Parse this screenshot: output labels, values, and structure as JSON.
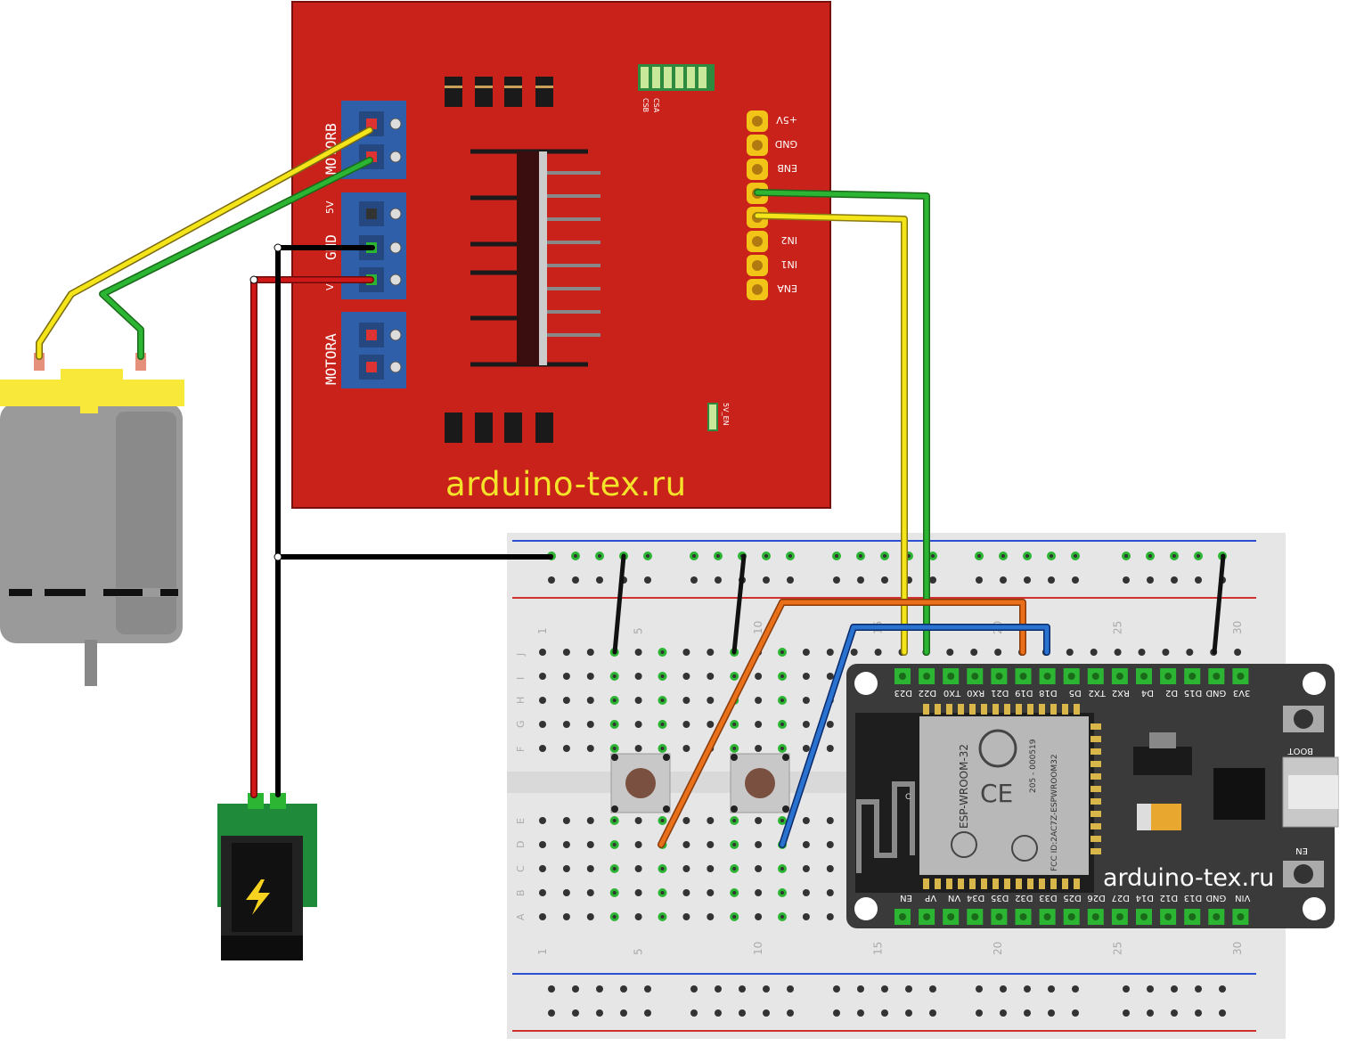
{
  "watermark": "arduino-tex.ru",
  "driver": {
    "terminal_labels": {
      "motorb": "MOTORB",
      "motora": "MOTORA",
      "five_v": "5V",
      "gnd": "GND",
      "vs": "VS"
    },
    "header_pins": [
      "+5V",
      "GND",
      "ENB",
      "",
      "",
      "IN2",
      "IN1",
      "ENA"
    ],
    "chip_labels": [
      "CSB",
      "CSA"
    ],
    "jumper_label": "5V_EN"
  },
  "esp32": {
    "module_name": "ESP-WROOM-32",
    "module_id": "205 - 000519",
    "fcc_id": "FCC ID:2AC7Z-ESPWROOM32",
    "pin_b": "C",
    "top_pins": [
      "D23",
      "D22",
      "TX0",
      "RX0",
      "D21",
      "D19",
      "D18",
      "D5",
      "TX2",
      "RX2",
      "D4",
      "D2",
      "D15",
      "GND",
      "3V3"
    ],
    "bottom_pins": [
      "EN",
      "VP",
      "VN",
      "D34",
      "D35",
      "D32",
      "D33",
      "D25",
      "D26",
      "D27",
      "D14",
      "D12",
      "D13",
      "GND",
      "VIN"
    ],
    "boot_label": "BOOT",
    "en_label": "EN"
  },
  "breadboard": {
    "row_letters_top": [
      "J",
      "I",
      "H",
      "G",
      "F"
    ],
    "row_letters_bottom": [
      "E",
      "D",
      "C",
      "B",
      "A"
    ],
    "column_numbers": [
      "1",
      "5",
      "10",
      "15",
      "20",
      "25",
      "30"
    ]
  },
  "colors": {
    "board_red": "#c8221a",
    "wire_red": "#d01818",
    "wire_black": "#111111",
    "wire_yellow": "#f4e41a",
    "wire_green": "#2bb532",
    "wire_orange": "#e8701a",
    "wire_blue": "#2a72d0",
    "terminal_blue": "#2f5fa8",
    "header_gold": "#f2c418",
    "esp_board": "#3a3a3a",
    "motor_yellow": "#f7e83a"
  }
}
